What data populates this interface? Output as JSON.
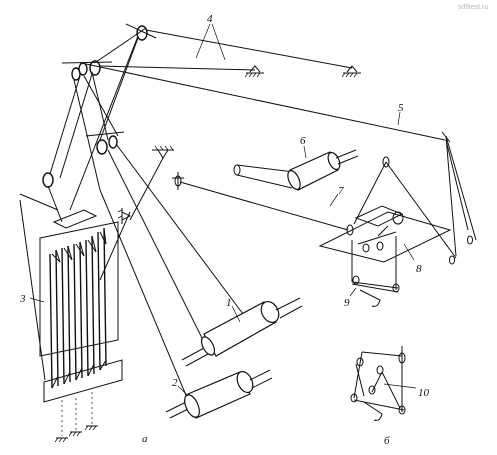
{
  "watermark": "sdfitest.ru",
  "labels": {
    "part_1": "1",
    "part_2": "2",
    "part_3": "3",
    "part_4": "4",
    "part_5": "5",
    "part_6": "6",
    "part_7": "7",
    "part_8": "8",
    "part_9": "9",
    "part_10": "10",
    "view_a": "а",
    "view_b": "б"
  }
}
